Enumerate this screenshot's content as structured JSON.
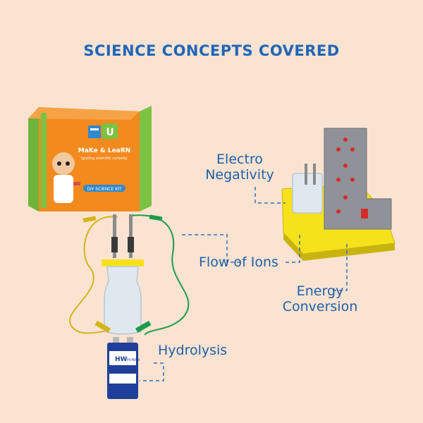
{
  "heading": "SCIENCE CONCEPTS COVERED",
  "labels": {
    "electronegativity_line1": "Electro",
    "electronegativity_line2": "Negativity",
    "flow_of_ions": "Flow of Ions",
    "energy_line1": "Energy",
    "energy_line2": "Conversion",
    "hydrolysis": "Hydrolysis"
  },
  "box": {
    "brand": "MaKe & LeaRN",
    "tagline": "Igniting scientific curiosity",
    "kit": "DIY SCIENCE KIT"
  },
  "battery": {
    "brand": "HW",
    "name": "Hi-Watt"
  },
  "colors": {
    "background": "#fbe3d2",
    "heading": "#1f66b8",
    "label": "#1f5fa8",
    "box_orange": "#f28a1e",
    "box_green": "#7cc242",
    "base_yellow": "#f6e21a"
  }
}
